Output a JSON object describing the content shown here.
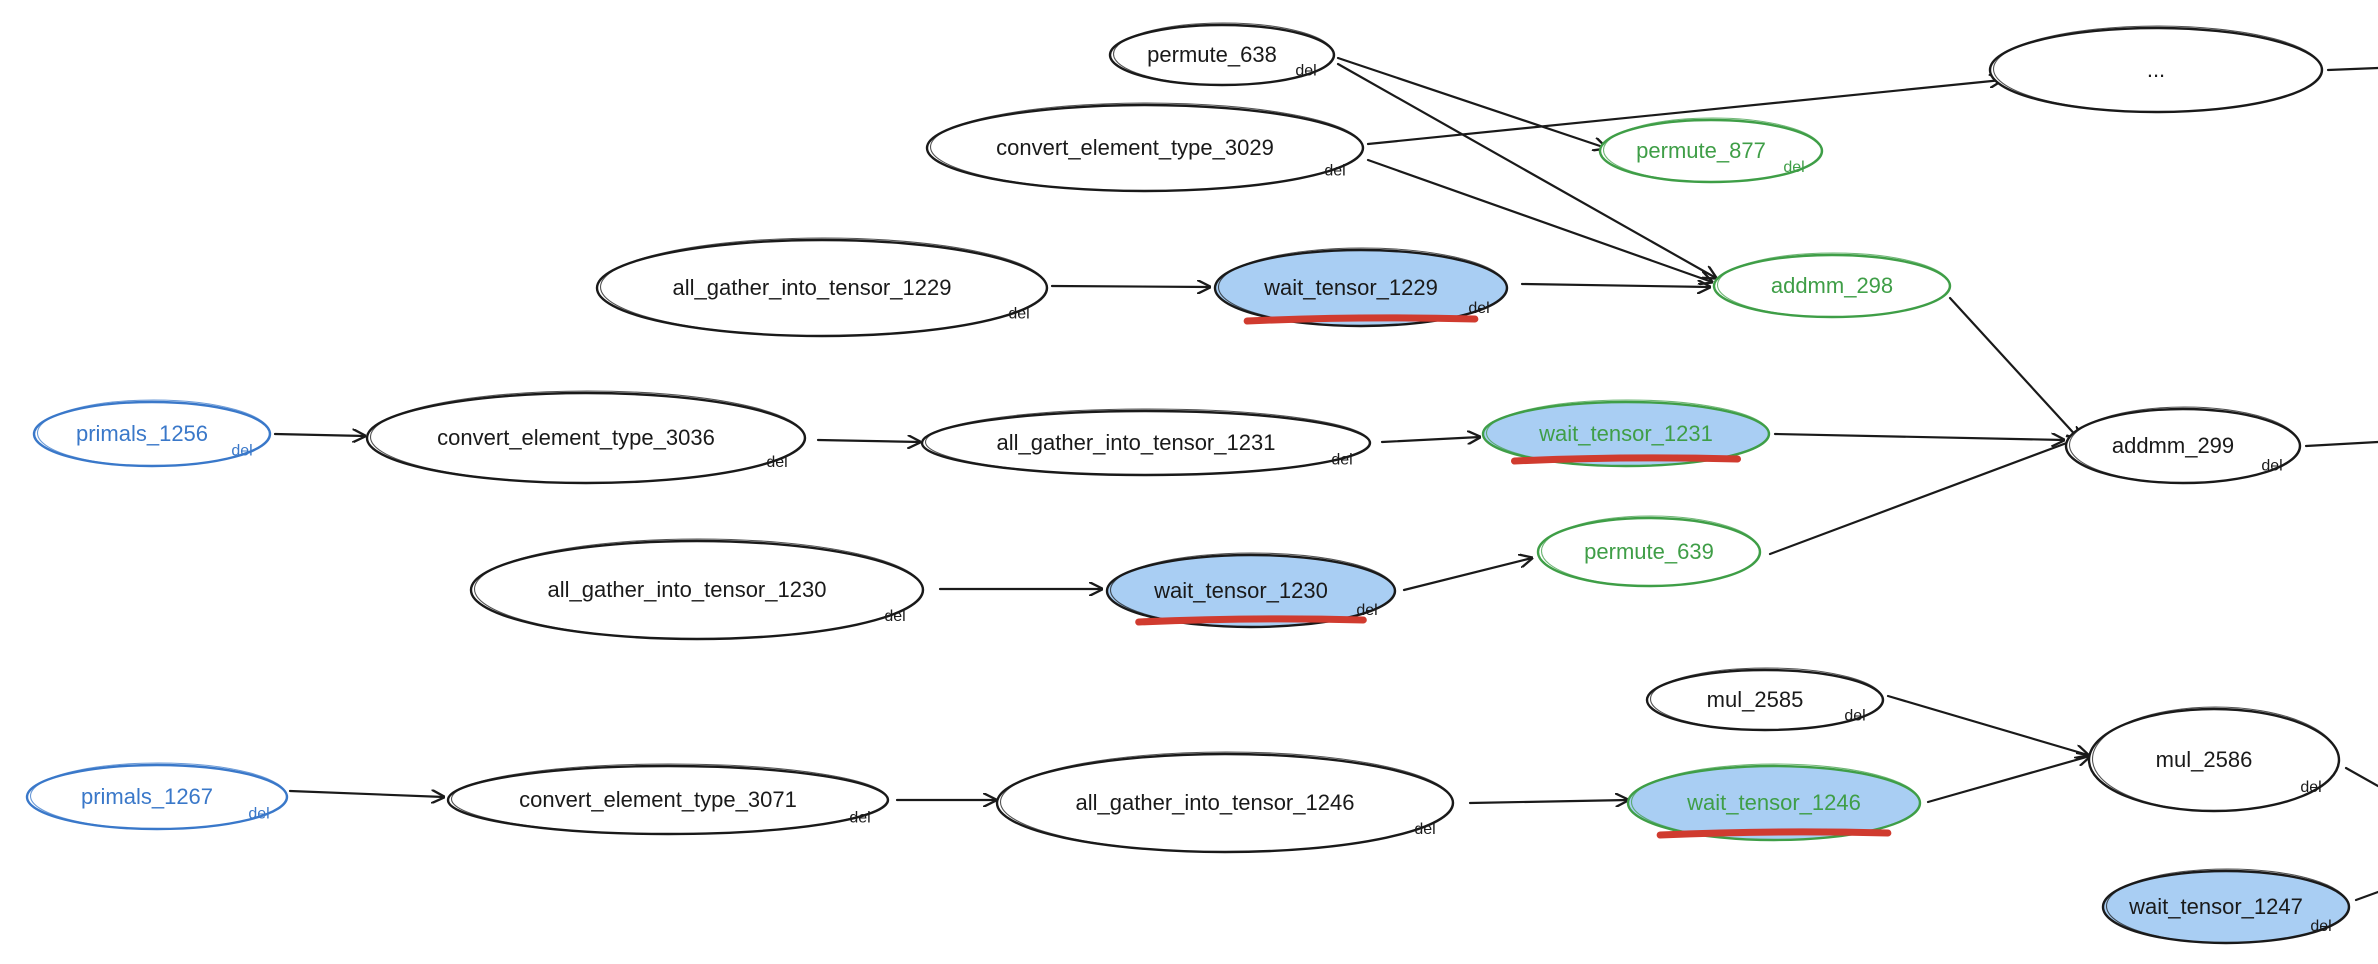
{
  "diagram": {
    "colors": {
      "black": "#1a1a1a",
      "blue_outline": "#3a78c9",
      "green": "#3f9e47",
      "highlight_fill": "#a9cef3",
      "underline_red": "#d03b2f",
      "white": "#ffffff"
    },
    "nodes": [
      {
        "id": "permute_638",
        "label": "permute_638",
        "sub": "del",
        "style": "default"
      },
      {
        "id": "convert_element_type_3029",
        "label": "convert_element_type_3029",
        "sub": "del",
        "style": "default"
      },
      {
        "id": "ellipsis_node",
        "label": "...",
        "sub": "",
        "style": "default"
      },
      {
        "id": "permute_877",
        "label": "permute_877",
        "sub": "del",
        "style": "green"
      },
      {
        "id": "all_gather_into_tensor_1229",
        "label": "all_gather_into_tensor_1229",
        "sub": "del",
        "style": "default"
      },
      {
        "id": "wait_tensor_1229",
        "label": "wait_tensor_1229",
        "sub": "del",
        "style": "highlight",
        "underline": true
      },
      {
        "id": "addmm_298",
        "label": "addmm_298",
        "sub": "",
        "style": "green"
      },
      {
        "id": "primals_1256",
        "label": "primals_1256",
        "sub": "del",
        "style": "blue"
      },
      {
        "id": "convert_element_type_3036",
        "label": "convert_element_type_3036",
        "sub": "del",
        "style": "default"
      },
      {
        "id": "all_gather_into_tensor_1231",
        "label": "all_gather_into_tensor_1231",
        "sub": "del",
        "style": "default"
      },
      {
        "id": "wait_tensor_1231",
        "label": "wait_tensor_1231",
        "sub": "",
        "style": "highlight-green",
        "underline": true
      },
      {
        "id": "addmm_299",
        "label": "addmm_299",
        "sub": "del",
        "style": "default"
      },
      {
        "id": "all_gather_into_tensor_1230",
        "label": "all_gather_into_tensor_1230",
        "sub": "del",
        "style": "default"
      },
      {
        "id": "wait_tensor_1230",
        "label": "wait_tensor_1230",
        "sub": "del",
        "style": "highlight",
        "underline": true
      },
      {
        "id": "permute_639",
        "label": "permute_639",
        "sub": "",
        "style": "green"
      },
      {
        "id": "mul_2585",
        "label": "mul_2585",
        "sub": "del",
        "style": "default"
      },
      {
        "id": "mul_2586",
        "label": "mul_2586",
        "sub": "del",
        "style": "default"
      },
      {
        "id": "primals_1267",
        "label": "primals_1267",
        "sub": "del",
        "style": "blue"
      },
      {
        "id": "convert_element_type_3071",
        "label": "convert_element_type_3071",
        "sub": "del",
        "style": "default"
      },
      {
        "id": "all_gather_into_tensor_1246",
        "label": "all_gather_into_tensor_1246",
        "sub": "del",
        "style": "default"
      },
      {
        "id": "wait_tensor_1246",
        "label": "wait_tensor_1246",
        "sub": "",
        "style": "highlight-green",
        "underline": true
      },
      {
        "id": "wait_tensor_1247",
        "label": "wait_tensor_1247",
        "sub": "del",
        "style": "highlight"
      }
    ],
    "edges": [
      {
        "from": "permute_638",
        "to": "permute_877"
      },
      {
        "from": "permute_638",
        "to": "addmm_298"
      },
      {
        "from": "convert_element_type_3029",
        "to": "ellipsis_node"
      },
      {
        "from": "convert_element_type_3029",
        "to": "addmm_298"
      },
      {
        "from": "all_gather_into_tensor_1229",
        "to": "wait_tensor_1229"
      },
      {
        "from": "wait_tensor_1229",
        "to": "addmm_298"
      },
      {
        "from": "addmm_298",
        "to": "addmm_299"
      },
      {
        "from": "primals_1256",
        "to": "convert_element_type_3036"
      },
      {
        "from": "convert_element_type_3036",
        "to": "all_gather_into_tensor_1231"
      },
      {
        "from": "all_gather_into_tensor_1231",
        "to": "wait_tensor_1231"
      },
      {
        "from": "wait_tensor_1231",
        "to": "addmm_299"
      },
      {
        "from": "all_gather_into_tensor_1230",
        "to": "wait_tensor_1230"
      },
      {
        "from": "wait_tensor_1230",
        "to": "permute_639"
      },
      {
        "from": "permute_639",
        "to": "addmm_299"
      },
      {
        "from": "mul_2585",
        "to": "mul_2586"
      },
      {
        "from": "primals_1267",
        "to": "convert_element_type_3071"
      },
      {
        "from": "convert_element_type_3071",
        "to": "all_gather_into_tensor_1246"
      },
      {
        "from": "all_gather_into_tensor_1246",
        "to": "wait_tensor_1246"
      },
      {
        "from": "wait_tensor_1246",
        "to": "mul_2586"
      }
    ]
  }
}
